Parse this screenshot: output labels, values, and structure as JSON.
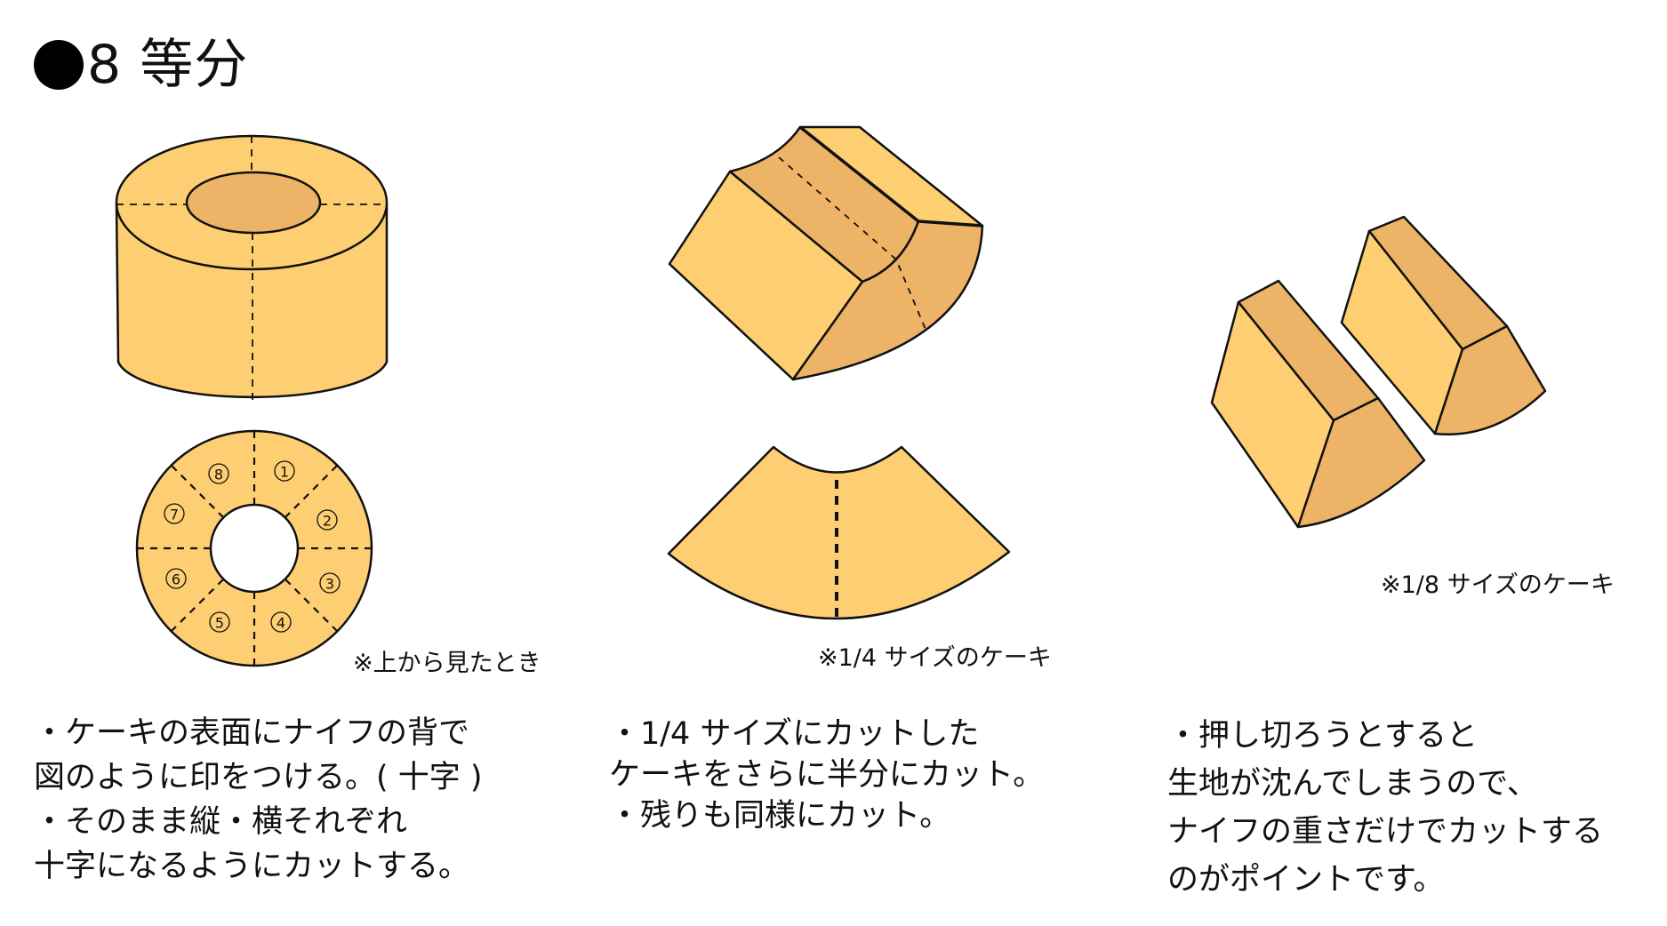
{
  "title": {
    "bullet": "●",
    "text": "8 等分"
  },
  "colors": {
    "cake_light": "#FECE72",
    "cake_dark": "#EDB366",
    "outline": "#111111",
    "background": "#FFFFFF"
  },
  "figures": {
    "whole_cake": {
      "caption": "※上から見たとき",
      "segment_labels": [
        "①",
        "②",
        "③",
        "④",
        "⑤",
        "⑥",
        "⑦",
        "⑧"
      ]
    },
    "quarter_cake": {
      "caption": "※1/4 サイズのケーキ"
    },
    "eighth_cake": {
      "caption": "※1/8 サイズのケーキ"
    }
  },
  "steps": [
    {
      "lines": [
        "・ケーキの表面にナイフの背で",
        "図のように印をつける。( 十字 )",
        "・そのまま縦・横それぞれ",
        "十字になるようにカットする。"
      ]
    },
    {
      "lines": [
        "・1/4 サイズにカットした",
        "ケーキをさらに半分にカット。",
        "・残りも同様にカット。"
      ]
    },
    {
      "lines": [
        "・押し切ろうとすると",
        "生地が沈んでしまうので、",
        "ナイフの重さだけでカットする",
        "のがポイントです。"
      ]
    }
  ]
}
